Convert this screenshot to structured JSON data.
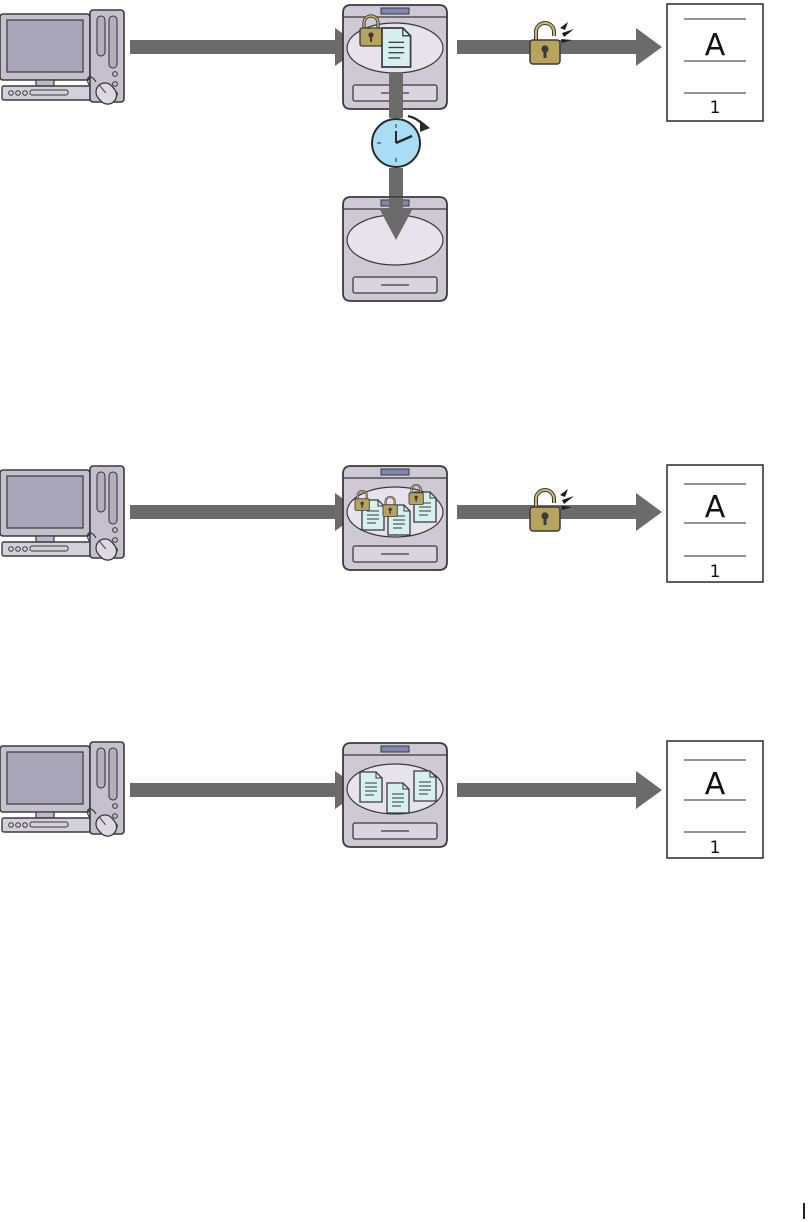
{
  "colors": {
    "arrow": "#6b6b6b",
    "monitor_body": "#c4c0ce",
    "monitor_screen": "#aaa6b9",
    "printer_body": "#cfc9d6",
    "printer_oval": "#e6e3ec",
    "doc_fill": "#d6efef",
    "lock_gold": "#b7a45c",
    "clock_blue": "#a9dcf5"
  },
  "icons": {
    "computer": "computer-icon",
    "printer": "printer-icon",
    "lock": "padlock-icon",
    "unlock": "unlocked-padlock-icon",
    "clock": "clock-icon",
    "document": "document-icon",
    "printed_page": "printed-page-icon"
  },
  "flows": [
    {
      "name": "flow-1",
      "printed_page": {
        "letter": "A",
        "number": "1"
      },
      "stored_documents": 1,
      "locked": true,
      "unlock_on_release": true,
      "timed_deletion": true
    },
    {
      "name": "flow-2",
      "printed_page": {
        "letter": "A",
        "number": "1"
      },
      "stored_documents": 3,
      "locked": true,
      "unlock_on_release": true,
      "timed_deletion": false
    },
    {
      "name": "flow-3",
      "printed_page": {
        "letter": "A",
        "number": "1"
      },
      "stored_documents": 3,
      "locked": false,
      "unlock_on_release": false,
      "timed_deletion": false
    }
  ]
}
